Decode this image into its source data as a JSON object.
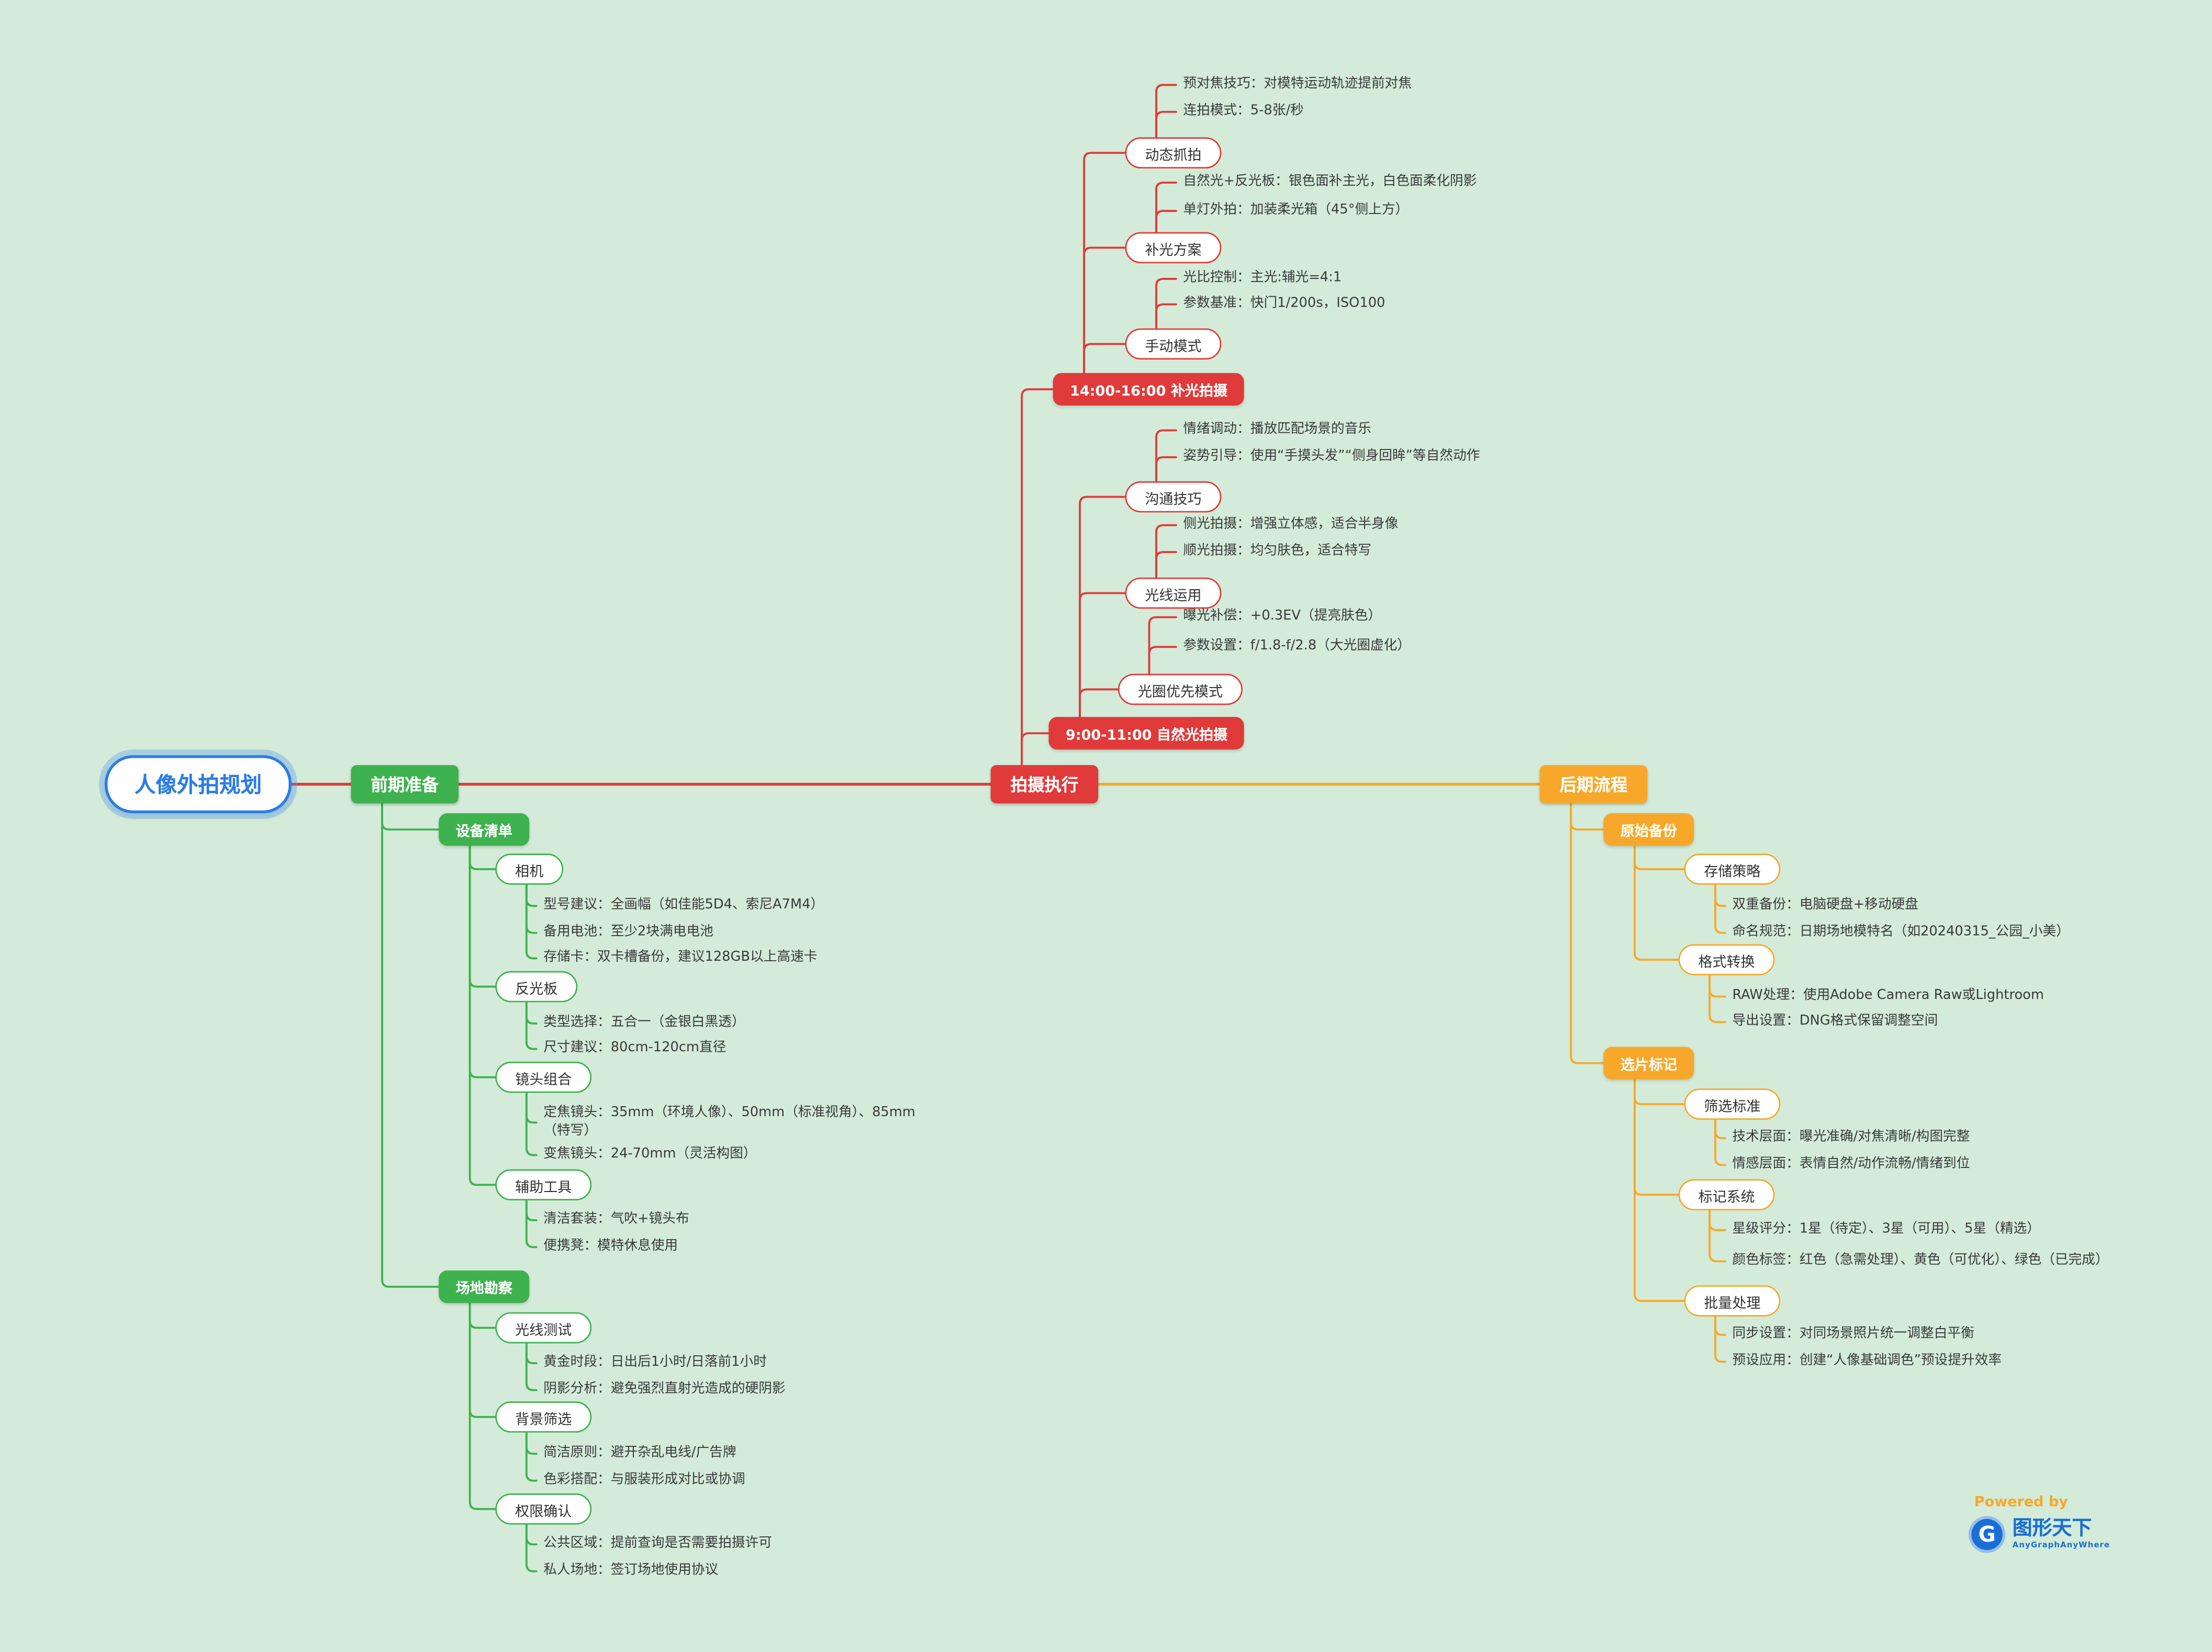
{
  "colors": {
    "background": "#d3ebd8",
    "green": "#3eb24e",
    "red": "#e03a3a",
    "orange": "#f7a82a",
    "blue": "#2c7ce5",
    "brand_blue": "#1a6fd4",
    "node_text": "#333333",
    "leaf_text": "#3a3a3a",
    "white": "#ffffff"
  },
  "mindmap": {
    "root": {
      "id": "root",
      "label": "人像外拍规划",
      "children": [
        {
          "id": "prep",
          "label": "前期准备",
          "color": "green",
          "children": [
            {
              "id": "dev",
              "label": "设备清单",
              "children": [
                {
                  "id": "cam",
                  "label": "相机",
                  "children": [
                    {
                      "id": "cam1",
                      "label": "型号建议：全画幅（如佳能5D4、索尼A7M4）"
                    },
                    {
                      "id": "cam2",
                      "label": "备用电池：至少2块满电电池"
                    },
                    {
                      "id": "cam3",
                      "label": "存储卡：双卡槽备份，建议128GB以上高速卡"
                    }
                  ]
                },
                {
                  "id": "refl",
                  "label": "反光板",
                  "children": [
                    {
                      "id": "refl1",
                      "label": "类型选择：五合一（金银白黑透）"
                    },
                    {
                      "id": "refl2",
                      "label": "尺寸建议：80cm-120cm直径"
                    }
                  ]
                },
                {
                  "id": "lens",
                  "label": "镜头组合",
                  "children": [
                    {
                      "id": "lens1",
                      "label": "定焦镜头：35mm（环境人像）、50mm（标准视角）、85mm（特写）"
                    },
                    {
                      "id": "lens2",
                      "label": "变焦镜头：24-70mm（灵活构图）"
                    }
                  ]
                },
                {
                  "id": "aux",
                  "label": "辅助工具",
                  "children": [
                    {
                      "id": "aux1",
                      "label": "清洁套装：气吹+镜头布"
                    },
                    {
                      "id": "aux2",
                      "label": "便携凳：模特休息使用"
                    }
                  ]
                }
              ]
            },
            {
              "id": "site",
              "label": "场地勘察",
              "children": [
                {
                  "id": "light",
                  "label": "光线测试",
                  "children": [
                    {
                      "id": "light1",
                      "label": "黄金时段：日出后1小时/日落前1小时"
                    },
                    {
                      "id": "light2",
                      "label": "阴影分析：避免强烈直射光造成的硬阴影"
                    }
                  ]
                },
                {
                  "id": "bg",
                  "label": "背景筛选",
                  "children": [
                    {
                      "id": "bg1",
                      "label": "简洁原则：避开杂乱电线/广告牌"
                    },
                    {
                      "id": "bg2",
                      "label": "色彩搭配：与服装形成对比或协调"
                    }
                  ]
                },
                {
                  "id": "perm",
                  "label": "权限确认",
                  "children": [
                    {
                      "id": "perm1",
                      "label": "公共区域：提前查询是否需要拍摄许可"
                    },
                    {
                      "id": "perm2",
                      "label": "私人场地：签订场地使用协议"
                    }
                  ]
                }
              ]
            }
          ]
        },
        {
          "id": "shoot",
          "label": "拍摄执行",
          "color": "red",
          "children": [
            {
              "id": "pm",
              "label": "14:00-16:00 补光拍摄",
              "children": [
                {
                  "id": "snap",
                  "label": "动态抓拍",
                  "children": [
                    {
                      "id": "snap1",
                      "label": "预对焦技巧：对模特运动轨迹提前对焦"
                    },
                    {
                      "id": "snap2",
                      "label": "连拍模式：5-8张/秒"
                    }
                  ]
                },
                {
                  "id": "fill",
                  "label": "补光方案",
                  "children": [
                    {
                      "id": "fill1",
                      "label": "自然光+反光板：银色面补主光，白色面柔化阴影"
                    },
                    {
                      "id": "fill2",
                      "label": "单灯外拍：加装柔光箱（45°侧上方）"
                    }
                  ]
                },
                {
                  "id": "manual",
                  "label": "手动模式",
                  "children": [
                    {
                      "id": "manual1",
                      "label": "光比控制：主光:辅光=4:1"
                    },
                    {
                      "id": "manual2",
                      "label": "参数基准：快门1/200s，ISO100"
                    }
                  ]
                }
              ]
            },
            {
              "id": "am",
              "label": "9:00-11:00 自然光拍摄",
              "children": [
                {
                  "id": "comm",
                  "label": "沟通技巧",
                  "children": [
                    {
                      "id": "comm1",
                      "label": "情绪调动：播放匹配场景的音乐"
                    },
                    {
                      "id": "comm2",
                      "label": "姿势引导：使用“手摸头发”“侧身回眸”等自然动作"
                    }
                  ]
                },
                {
                  "id": "use",
                  "label": "光线运用",
                  "children": [
                    {
                      "id": "use1",
                      "label": "侧光拍摄：增强立体感，适合半身像"
                    },
                    {
                      "id": "use2",
                      "label": "顺光拍摄：均匀肤色，适合特写"
                    }
                  ]
                },
                {
                  "id": "ap",
                  "label": "光圈优先模式",
                  "children": [
                    {
                      "id": "ap1",
                      "label": "曝光补偿：+0.3EV（提亮肤色）"
                    },
                    {
                      "id": "ap2",
                      "label": "参数设置：f/1.8-f/2.8（大光圈虚化）"
                    }
                  ]
                }
              ]
            }
          ]
        },
        {
          "id": "post",
          "label": "后期流程",
          "color": "orange",
          "children": [
            {
              "id": "backup",
              "label": "原始备份",
              "children": [
                {
                  "id": "store",
                  "label": "存储策略",
                  "children": [
                    {
                      "id": "store1",
                      "label": "双重备份：电脑硬盘+移动硬盘"
                    },
                    {
                      "id": "store2",
                      "label": "命名规范：日期场地模特名（如20240315_公园_小美）"
                    }
                  ]
                },
                {
                  "id": "fmt",
                  "label": "格式转换",
                  "children": [
                    {
                      "id": "fmt1",
                      "label": "RAW处理：使用Adobe Camera Raw或Lightroom"
                    },
                    {
                      "id": "fmt2",
                      "label": "导出设置：DNG格式保留调整空间"
                    }
                  ]
                }
              ]
            },
            {
              "id": "select",
              "label": "选片标记",
              "children": [
                {
                  "id": "filter",
                  "label": "筛选标准",
                  "children": [
                    {
                      "id": "filter1",
                      "label": "技术层面：曝光准确/对焦清晰/构图完整"
                    },
                    {
                      "id": "filter2",
                      "label": "情感层面：表情自然/动作流畅/情绪到位"
                    }
                  ]
                },
                {
                  "id": "mark",
                  "label": "标记系统",
                  "children": [
                    {
                      "id": "mark1",
                      "label": "星级评分：1星（待定）、3星（可用）、5星（精选）"
                    },
                    {
                      "id": "mark2",
                      "label": "颜色标签：红色（急需处理）、黄色（可优化）、绿色（已完成）"
                    }
                  ]
                },
                {
                  "id": "batch",
                  "label": "批量处理",
                  "children": [
                    {
                      "id": "batch1",
                      "label": "同步设置：对同场景照片统一调整白平衡"
                    },
                    {
                      "id": "batch2",
                      "label": "预设应用：创建“人像基础调色”预设提升效率"
                    }
                  ]
                }
              ]
            }
          ]
        }
      ]
    }
  },
  "footer": {
    "powered_by": "Powered by",
    "brand": "图形天下",
    "brand_sub": "AnyGraphAnyWhere",
    "logo_letter": "G"
  }
}
